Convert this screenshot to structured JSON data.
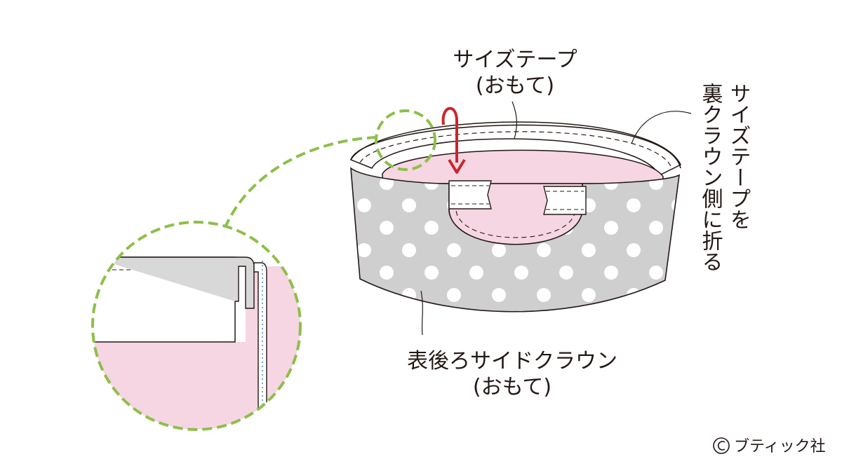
{
  "labels": {
    "size_tape_line1": "サイズテープ",
    "size_tape_line2": "(おもて)",
    "fold_note_col1": "サイズテープを",
    "fold_note_col2": "裏クラウン側に折る",
    "side_crown_line1": "表後ろサイドクラウン",
    "side_crown_line2": "(おもて)",
    "copyright": "ブティック社"
  },
  "icons": {
    "copyright": "copyright-symbol-icon",
    "fold": "fold-arrow-icon",
    "zoom": "zoom-circle-icon"
  },
  "colors": {
    "pink_lining": "#f6d6e3",
    "dot_fabric": "#cfcfcf",
    "dot": "#ffffff",
    "outline": "#231815",
    "arrow_red": "#c9262f",
    "zoom_green": "#8dbf4a",
    "stitch_blue": "#6fa9d8"
  }
}
